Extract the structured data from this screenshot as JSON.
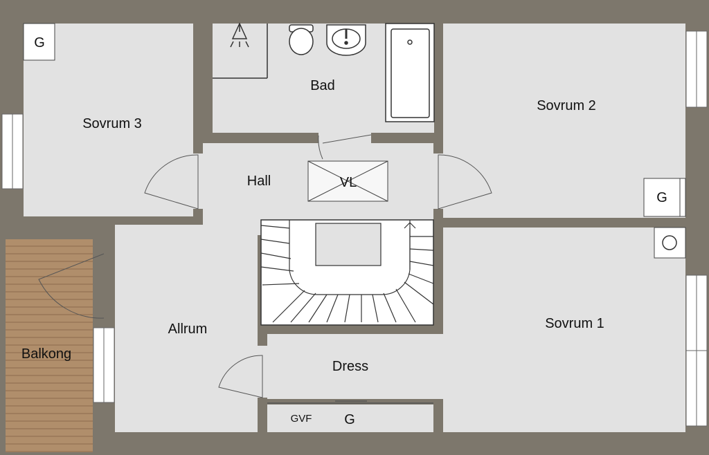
{
  "colors": {
    "wall": "#7d776c",
    "floor": "#e2e2e2",
    "outside": "#ffffff",
    "balcony": "#b08e6b",
    "balcony_line": "#8b6b4d",
    "line": "#333333"
  },
  "rooms": {
    "sovrum3": "Sovrum 3",
    "bad": "Bad",
    "sovrum2": "Sovrum 2",
    "hall": "Hall",
    "allrum": "Allrum",
    "dress": "Dress",
    "sovrum1": "Sovrum 1",
    "balkong": "Balkong"
  },
  "fixtures": {
    "vl": "VL",
    "g_sovrum3": "G",
    "g_sovrum2": "G",
    "g_dress": "G",
    "gvf": "GVF"
  },
  "icons": {
    "shower": "shower-icon",
    "toilet": "toilet-icon",
    "sink": "sink-icon",
    "bathtub": "bathtub-icon",
    "stairs": "stairs-icon",
    "drain": "drain-icon"
  }
}
